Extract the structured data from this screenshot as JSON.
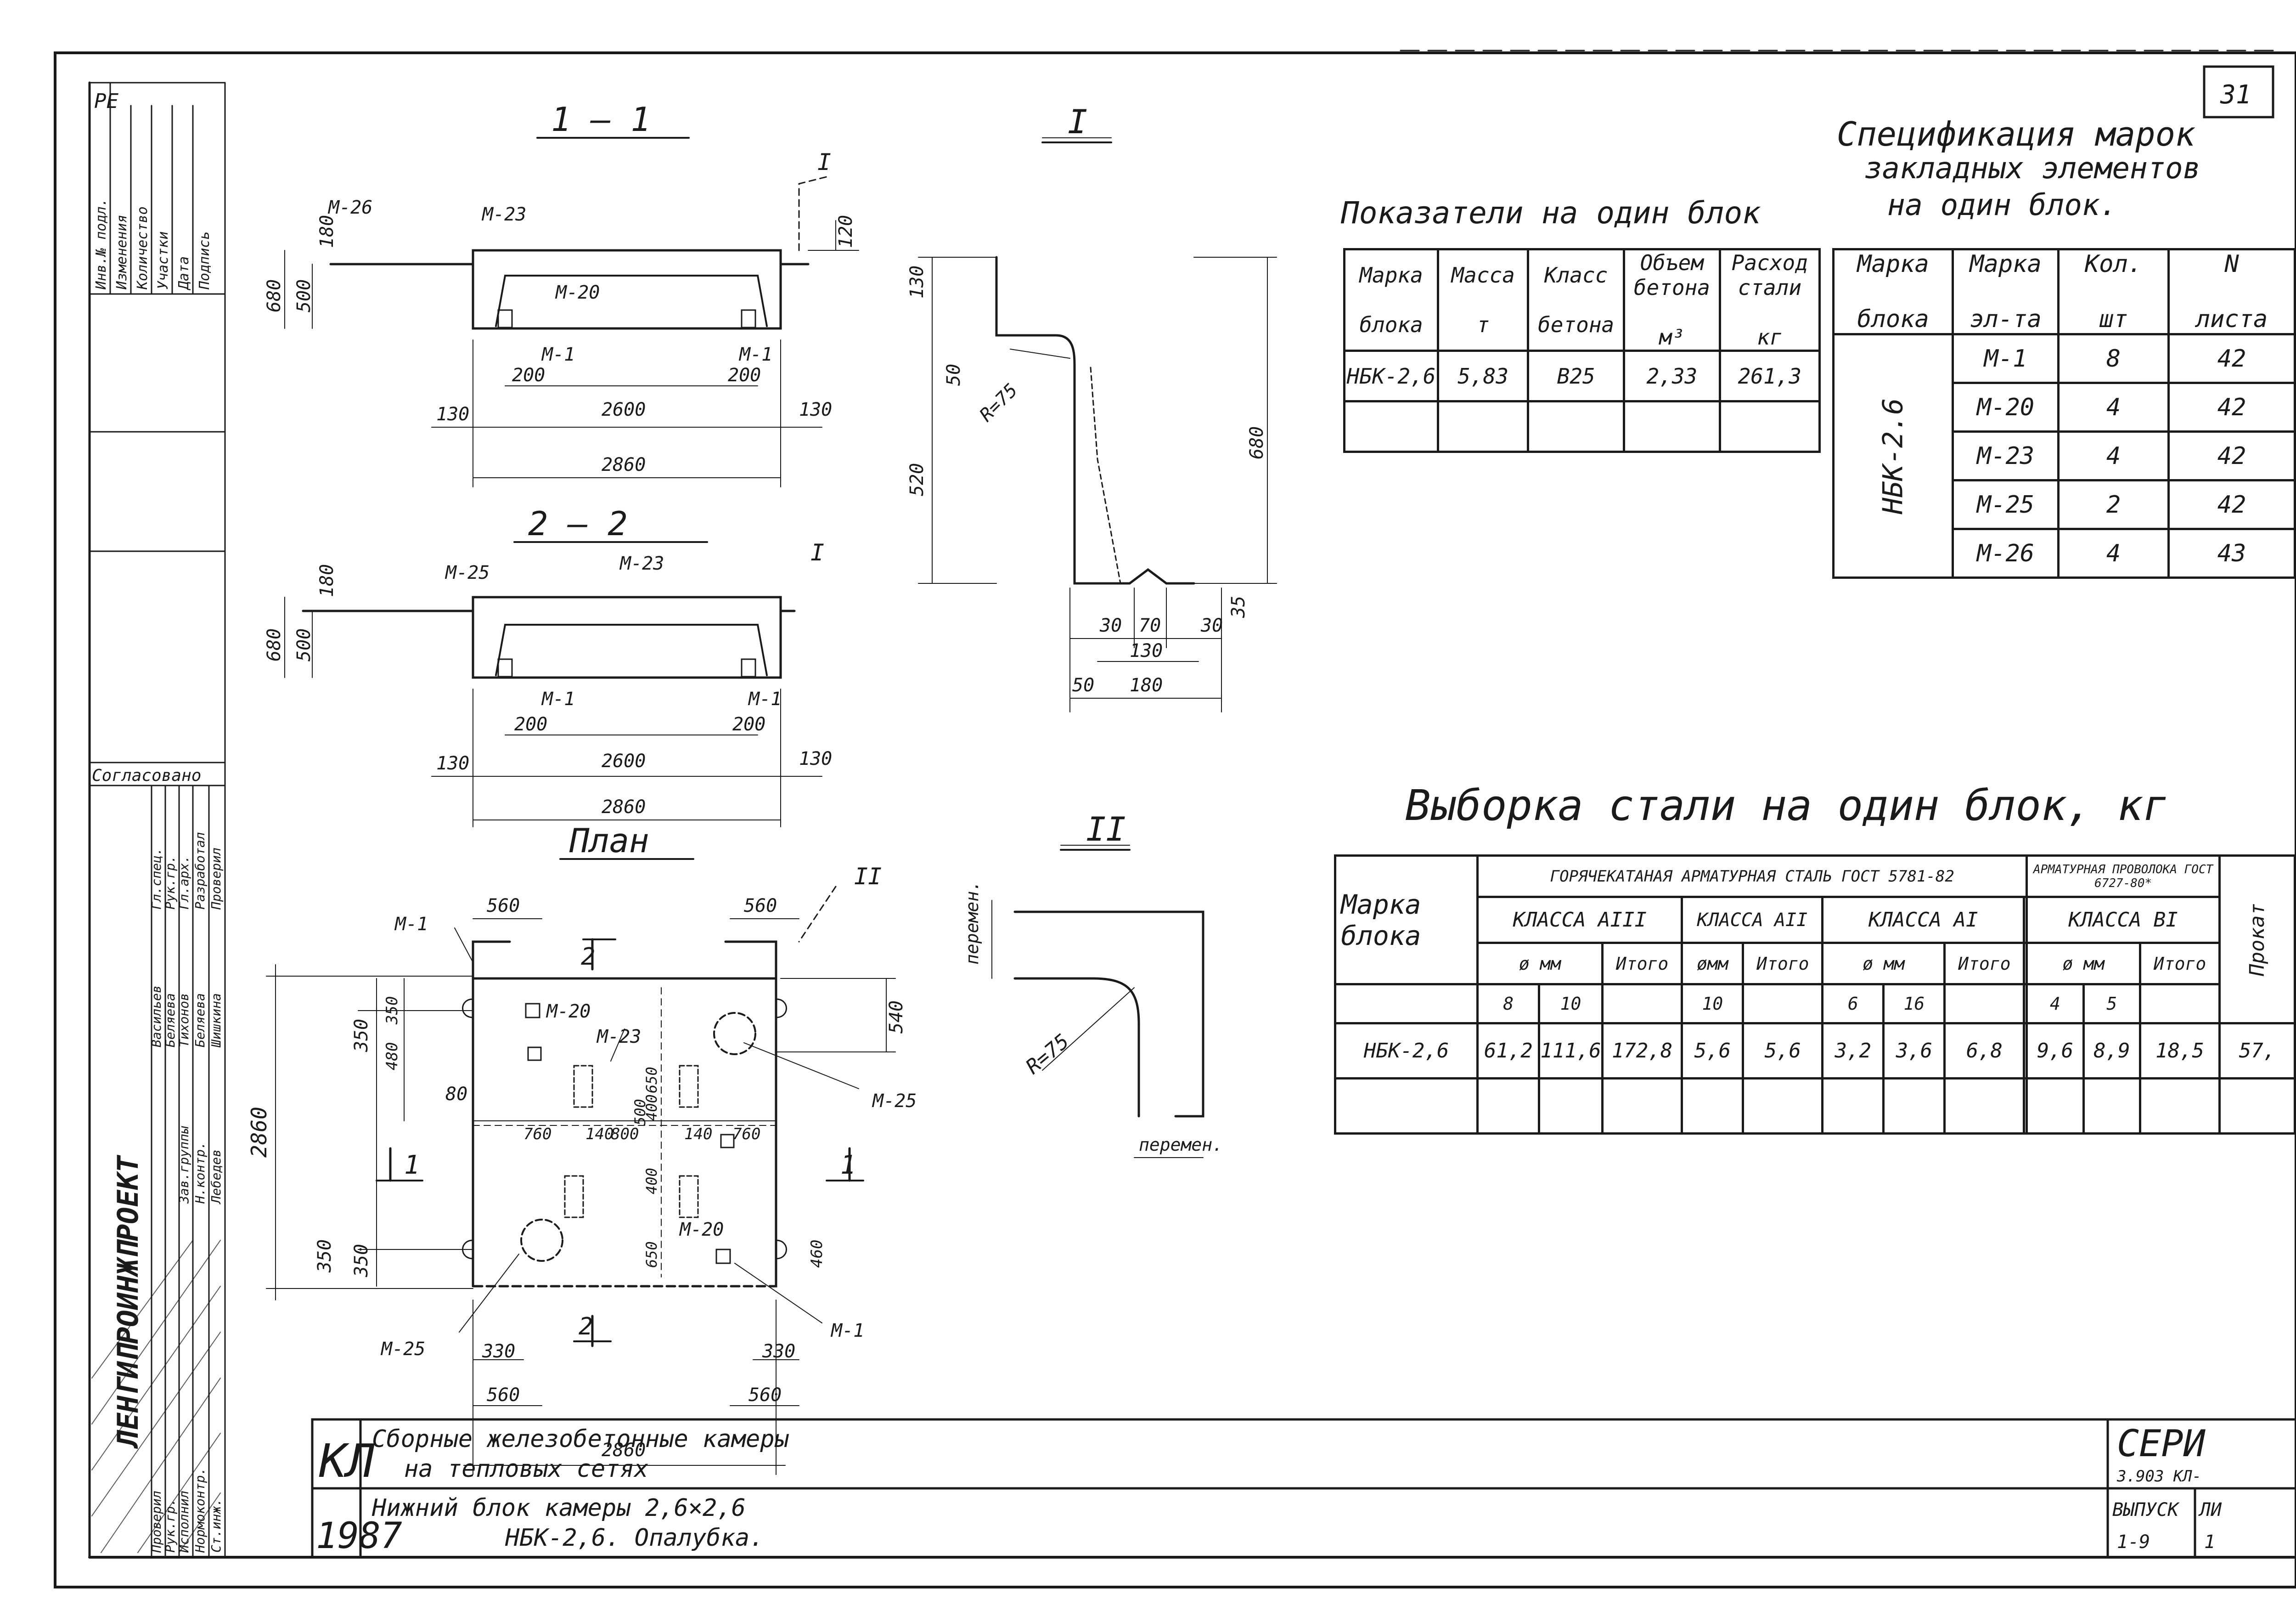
{
  "sheet": {
    "number": "31"
  },
  "left_strip": {
    "top_label": "РЕ",
    "change_cols": [
      "Изменения",
      "Количество",
      "Участки",
      "Дата",
      "Подпись",
      "Инв.№ подл."
    ],
    "approval_title": "Согласовано",
    "staff_roles": [
      "Гл.спец.",
      "Рук.гр.",
      "Гл.арх.",
      "Разработал",
      "Проверил",
      "Н.контр."
    ],
    "staff_names": [
      "Васильев",
      "Беляева",
      "Тихонов",
      "Беляева",
      "Шишкина",
      "Лебедев"
    ],
    "vertical_org": "ЛЕНГИПРОИНЖПРОЕКТ",
    "vertical_rows": [
      "Проверил",
      "Рук.гр.",
      "Исполнил",
      "Нормоконтр.",
      "Ст.инж.",
      "Зав.группы"
    ]
  },
  "drawings": {
    "sec1_title": "1 — 1",
    "sec2_title": "2 — 2",
    "plan_title": "План",
    "detail1_title": "I",
    "detail2_title": "II",
    "sec1": {
      "m26": "М-26",
      "m23": "М-23",
      "m20": "М-20",
      "m1a": "М-1",
      "m1b": "М-1",
      "d180": "180",
      "d120": "120",
      "d680": "680",
      "d500": "500",
      "d200a": "200",
      "d200b": "200",
      "d2600": "2600",
      "d130a": "130",
      "d130b": "130",
      "d2860": "2860",
      "ref": "I"
    },
    "sec2": {
      "m25": "М-25",
      "m23": "М-23",
      "m1a": "М-1",
      "m1b": "М-1",
      "d180": "180",
      "d680": "680",
      "d500": "500",
      "d200a": "200",
      "d200b": "200",
      "d2600": "2600",
      "d130a": "130",
      "d130b": "130",
      "d2860": "2860",
      "ref": "I"
    },
    "det1": {
      "d130": "130",
      "d50": "50",
      "r75": "R=75",
      "d520": "520",
      "d680": "680",
      "d30a": "30",
      "d70": "70",
      "d30b": "30",
      "d35": "35",
      "d130b": "130",
      "d50b": "50",
      "d180": "180"
    },
    "det2": {
      "var1": "перемен.",
      "var2": "перемен.",
      "r75": "R=75"
    },
    "plan": {
      "d560a": "560",
      "d560b": "560",
      "d560c": "560",
      "d560d": "560",
      "m1a": "М-1",
      "m1b": "М-1",
      "m20a": "М-20",
      "m20b": "М-20",
      "m23": "М-23",
      "m25a": "М-25",
      "m25b": "М-25",
      "d350a": "350",
      "d350b": "350",
      "d350c": "350",
      "d350d": "350",
      "d480": "480",
      "d80": "80",
      "d540": "540",
      "d460": "460",
      "d2860v": "2860",
      "d2860h": "2860",
      "d760a": "760",
      "d140a": "140",
      "d800": "800",
      "d140b": "140",
      "d760b": "760",
      "d650a": "650",
      "d400a": "400",
      "d500": "500",
      "d400b": "400",
      "d650b": "650",
      "d330a": "330",
      "d330b": "330",
      "sec1a": "1",
      "sec1b": "1",
      "sec2a": "2",
      "sec2b": "2",
      "ref": "II"
    }
  },
  "indicators": {
    "title": "Показатели на один блок",
    "headers": [
      [
        "Марка",
        "блока"
      ],
      [
        "Масса",
        "т"
      ],
      [
        "Класс",
        "бетона"
      ],
      [
        "Объем бетона",
        "м³"
      ],
      [
        "Расход стали",
        "кг"
      ]
    ],
    "row": [
      "НБК-2,6",
      "5,83",
      "В25",
      "2,33",
      "261,3"
    ]
  },
  "spec": {
    "title_lines": [
      "Спецификация марок",
      "закладных элементов",
      "на один блок."
    ],
    "headers": [
      [
        "Марка",
        "блока"
      ],
      [
        "Марка",
        "эл-та"
      ],
      [
        "Кол.",
        "шт"
      ],
      [
        "N",
        "листа"
      ]
    ],
    "block": "НБК-2.6",
    "rows": [
      [
        "М-1",
        "8",
        "42"
      ],
      [
        "М-20",
        "4",
        "42"
      ],
      [
        "М-23",
        "4",
        "42"
      ],
      [
        "М-25",
        "2",
        "42"
      ],
      [
        "М-26",
        "4",
        "43"
      ]
    ]
  },
  "steel": {
    "title": "Выборка стали на один блок, кг",
    "mark_header": "Марка блока",
    "hot_rolled": "ГОРЯЧЕКАТАНАЯ АРМАТУРНАЯ СТАЛЬ ГОСТ 5781-82",
    "wire": "АРМАТУРНАЯ ПРОВОЛОКА ГОСТ 6727-80*",
    "class_a3": "КЛАССА АIII",
    "class_a2": "КЛАССА АII",
    "class_a1": "КЛАССА АI",
    "class_b1": "КЛАССА ВI",
    "dia_mm": "ø мм",
    "dia_mm2": "øмм",
    "total": "Итого",
    "rolled_hdr": "Прокат",
    "sizes": [
      "8",
      "10",
      "10",
      "6",
      "16",
      "4",
      "5"
    ],
    "row": [
      "НБК-2,6",
      "61,2",
      "111,6",
      "172,8",
      "5,6",
      "5,6",
      "3,2",
      "3,6",
      "6,8",
      "9,6",
      "8,9",
      "18,5",
      "57,"
    ]
  },
  "title_block": {
    "kl": "КЛ",
    "year": "1987",
    "line1": "Сборные железобетонные камеры",
    "line2": "на тепловых сетях",
    "line3": "Нижний блок камеры 2,6×2,6",
    "line4": "НБК-2,6. Опалубка.",
    "series_label": "СЕРИ",
    "series_num": "3.903 КЛ-",
    "issue_label": "ВЫПУСК",
    "issue_num": "1-9",
    "sheet_label": "ЛИ",
    "sheet_num": "1"
  }
}
